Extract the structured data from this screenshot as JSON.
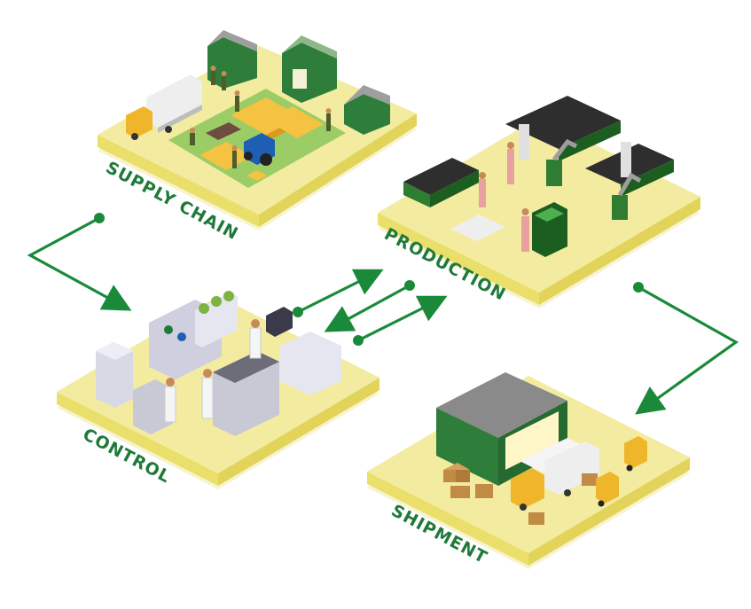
{
  "stages": {
    "supply_chain": "SUPPLY CHAIN",
    "production": "PRODUCTION",
    "control": "CONTROL",
    "shipment": "SHIPMENT"
  },
  "colors": {
    "platform_top": "#f3eca0",
    "platform_side": "#eadf6a",
    "platform_shadow": "#f7f3cf",
    "grass": "#9ccc65",
    "accent_green": "#1f7a3a",
    "arrow_green": "#1a8a3a",
    "crate": "#f5c242",
    "truck_cab": "#f0b62b",
    "machine_green": "#2e7d32",
    "lab_grey": "#c9c9d6",
    "warehouse_green": "#2f7d3b",
    "roof_grey": "#8a8a8a"
  },
  "icons": [
    "barn-icon",
    "truck-icon",
    "tractor-icon",
    "farmer-icon",
    "conveyor-icon",
    "robot-arm-icon",
    "worker-icon",
    "lab-icon",
    "scientist-icon",
    "warehouse-icon",
    "forklift-icon",
    "pallet-icon"
  ]
}
